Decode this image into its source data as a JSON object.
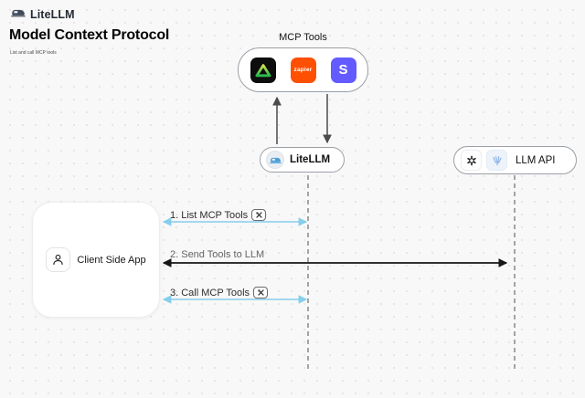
{
  "header": {
    "logo_label": "LiteLLM",
    "title": "Model Context Protocol",
    "subtitle": "List and call MCP tools"
  },
  "mcp_tools": {
    "label": "MCP Tools",
    "items": [
      {
        "name": "green-triangle-tool",
        "text": ""
      },
      {
        "name": "zapier",
        "text": "zapier"
      },
      {
        "name": "stripe",
        "text": "S"
      }
    ]
  },
  "nodes": {
    "litellm": {
      "label": "LiteLLM"
    },
    "llm_api": {
      "label": "LLM API"
    },
    "client": {
      "label": "Client Side App"
    }
  },
  "arrows": [
    {
      "label": "1. List MCP Tools",
      "style": "blue",
      "tool_icon": true
    },
    {
      "label": "2. Send Tools to LLM",
      "style": "black",
      "tool_icon": false
    },
    {
      "label": "3. Call MCP Tools",
      "style": "blue",
      "tool_icon": true
    }
  ],
  "colors": {
    "background": "#F8F8F8",
    "arrow_blue": "#85CEEC",
    "arrow_black": "#1A1A1A",
    "lifeline_gray": "#8F8F8F",
    "zapier_orange": "#FF4F00",
    "stripe_purple": "#635BFF",
    "tool_green": "#2ECC40",
    "node_border": "#9AA0A6"
  }
}
